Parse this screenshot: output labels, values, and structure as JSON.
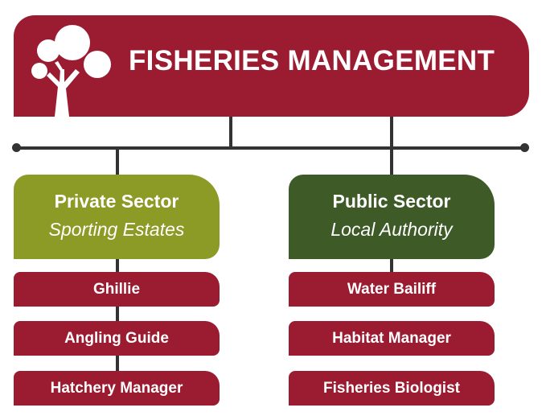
{
  "header": {
    "title": "FISHERIES MANAGEMENT",
    "logo_icon": "tree-logo-icon"
  },
  "colors": {
    "header": "#9b1b30",
    "private": "#8c9a26",
    "public": "#3d5a27",
    "role": "#9b1b30",
    "line": "#333333"
  },
  "private_sector": {
    "title": "Private Sector",
    "subtitle": "Sporting Estates",
    "roles": [
      "Ghillie",
      "Angling Guide",
      "Hatchery Manager"
    ]
  },
  "public_sector": {
    "title": "Public Sector",
    "subtitle": "Local Authority",
    "roles": [
      "Water Bailiff",
      "Habitat Manager",
      "Fisheries Biologist"
    ]
  }
}
